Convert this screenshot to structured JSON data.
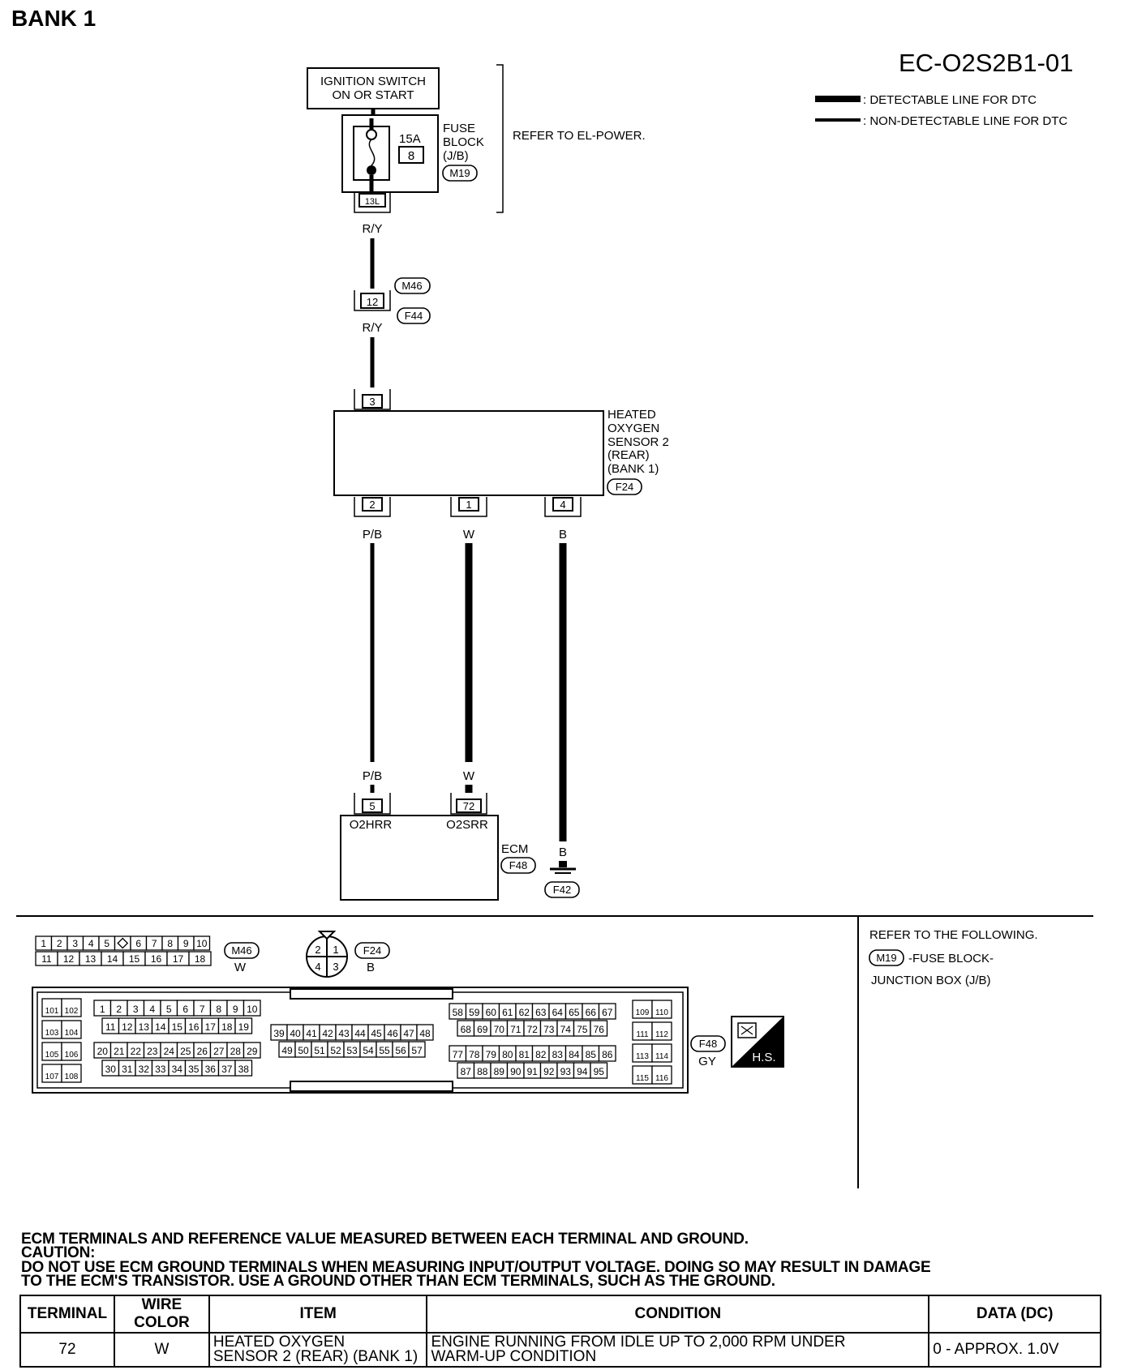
{
  "page": {
    "bank_title": "BANK 1",
    "doc_code": "EC-O2S2B1-01"
  },
  "legend": {
    "detectable": ": DETECTABLE LINE FOR DTC",
    "non_detectable": ": NON-DETECTABLE LINE FOR DTC"
  },
  "ignition": {
    "line1": "IGNITION SWITCH",
    "line2": "ON OR START"
  },
  "fuse": {
    "rating": "15A",
    "number": "8",
    "label1": "FUSE",
    "label2": "BLOCK",
    "label3": "(J/B)",
    "connector": "M19",
    "terminal": "13L"
  },
  "refer_el_power": "REFER TO EL-POWER.",
  "wire_colors": {
    "ry": "R/Y",
    "pb": "P/B",
    "w": "W",
    "b": "B"
  },
  "junction": {
    "terminal": "12",
    "top": "M46",
    "bottom": "F44"
  },
  "sensor": {
    "line1": "HEATED",
    "line2": "OXYGEN",
    "line3": "SENSOR 2",
    "line4": "(REAR)",
    "line5": "(BANK 1)",
    "connector": "F24",
    "pin_top": "3",
    "pin_a": "2",
    "pin_b": "1",
    "pin_c": "4"
  },
  "ecm": {
    "label": "ECM",
    "connector": "F48",
    "pin_a": "5",
    "pin_b": "72",
    "sig_a": "O2HRR",
    "sig_b": "O2SRR"
  },
  "ground": {
    "connector": "F42"
  },
  "connectors": {
    "m46": {
      "name": "M46",
      "color": "W",
      "row1": [
        "1",
        "2",
        "3",
        "4",
        "5",
        "",
        "6",
        "7",
        "8",
        "9",
        "10"
      ],
      "row2": [
        "11",
        "12",
        "13",
        "14",
        "15",
        "16",
        "17",
        "18"
      ]
    },
    "f24": {
      "name": "F24",
      "color": "B",
      "pins": [
        "2",
        "1",
        "4",
        "3"
      ]
    },
    "f48": {
      "name": "F48",
      "color": "GY",
      "left_pairs": [
        [
          "101",
          "102"
        ],
        [
          "103",
          "104"
        ],
        [
          "105",
          "106"
        ],
        [
          "107",
          "108"
        ]
      ],
      "row_a1": [
        "1",
        "2",
        "3",
        "4",
        "5",
        "6",
        "7",
        "8",
        "9",
        "10"
      ],
      "row_a2": [
        "11",
        "12",
        "13",
        "14",
        "15",
        "16",
        "17",
        "18",
        "19"
      ],
      "row_a3": [
        "20",
        "21",
        "22",
        "23",
        "24",
        "25",
        "26",
        "27",
        "28",
        "29"
      ],
      "row_a4": [
        "30",
        "31",
        "32",
        "33",
        "34",
        "35",
        "36",
        "37",
        "38"
      ],
      "row_b1": [
        "39",
        "40",
        "41",
        "42",
        "43",
        "44",
        "45",
        "46",
        "47",
        "48"
      ],
      "row_b2": [
        "49",
        "50",
        "51",
        "52",
        "53",
        "54",
        "55",
        "56",
        "57"
      ],
      "row_c1": [
        "58",
        "59",
        "60",
        "61",
        "62",
        "63",
        "64",
        "65",
        "66",
        "67"
      ],
      "row_c2": [
        "68",
        "69",
        "70",
        "71",
        "72",
        "73",
        "74",
        "75",
        "76"
      ],
      "row_c3": [
        "77",
        "78",
        "79",
        "80",
        "81",
        "82",
        "83",
        "84",
        "85",
        "86"
      ],
      "row_c4": [
        "87",
        "88",
        "89",
        "90",
        "91",
        "92",
        "93",
        "94",
        "95"
      ],
      "right_pairs": [
        [
          "109",
          "110"
        ],
        [
          "111",
          "112"
        ],
        [
          "113",
          "114"
        ],
        [
          "115",
          "116"
        ]
      ]
    },
    "hs_label": "H.S."
  },
  "refer_following": {
    "title": "REFER TO THE FOLLOWING.",
    "connector": "M19",
    "line1": "-FUSE BLOCK-",
    "line2": "JUNCTION BOX (J/B)"
  },
  "notes": {
    "line1": "ECM TERMINALS AND REFERENCE VALUE MEASURED BETWEEN EACH TERMINAL AND GROUND.",
    "line2": "CAUTION:",
    "line3": "DO NOT USE ECM GROUND TERMINALS WHEN MEASURING INPUT/OUTPUT VOLTAGE. DOING SO MAY RESULT IN DAMAGE",
    "line4": "TO THE ECM'S TRANSISTOR. USE A GROUND OTHER THAN ECM TERMINALS, SUCH AS THE GROUND."
  },
  "table": {
    "headers": [
      "TERMINAL",
      "WIRE COLOR",
      "ITEM",
      "CONDITION",
      "DATA (DC)"
    ],
    "row": {
      "terminal": "72",
      "wire_color": "W",
      "item1": "HEATED OXYGEN",
      "item2": "SENSOR 2 (REAR) (BANK 1)",
      "condition1": "ENGINE RUNNING FROM IDLE UP TO 2,000 RPM UNDER",
      "condition2": "WARM-UP CONDITION",
      "data": "0 - APPROX. 1.0V"
    }
  }
}
